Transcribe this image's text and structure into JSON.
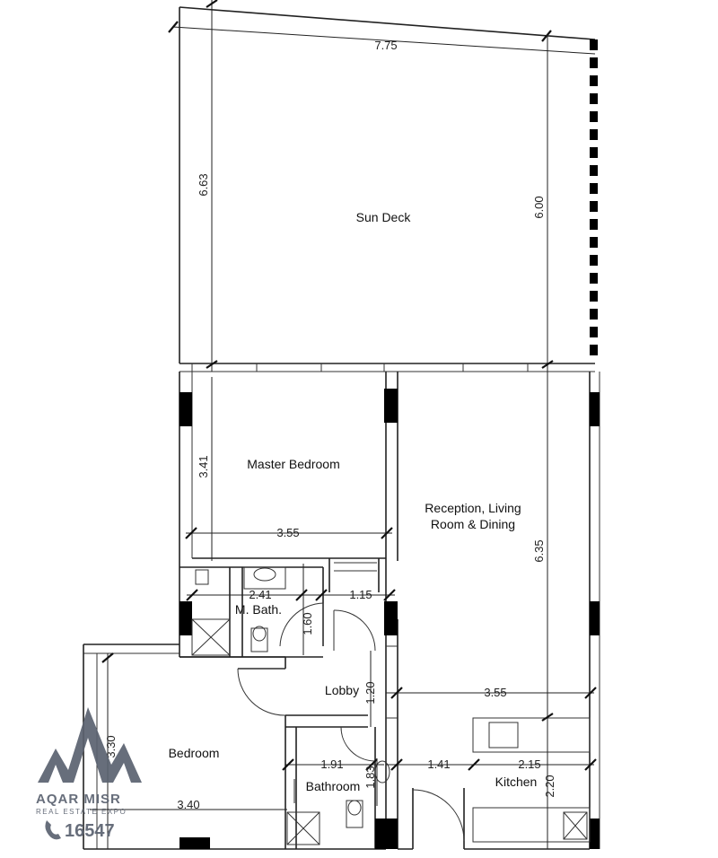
{
  "rooms": {
    "sun_deck": "Sun Deck",
    "master_bedroom": "Master Bedroom",
    "reception_line1": "Reception, Living",
    "reception_line2": "Room & Dining",
    "m_bath": "M. Bath.",
    "lobby": "Lobby",
    "bedroom": "Bedroom",
    "bathroom": "Bathroom",
    "kitchen": "Kitchen"
  },
  "dimensions": {
    "sun_deck_width": "7.75",
    "sun_deck_left": "6.63",
    "sun_deck_right": "6.00",
    "master_height": "3.41",
    "master_width": "3.55",
    "mbath_width": "2.41",
    "lobby_top": "1.15",
    "lobby_door": "1.60",
    "reception_height": "6.35",
    "reception_width": "3.55",
    "lobby_height": "1.20",
    "bedroom_height": "3.30",
    "bedroom_width": "3.40",
    "bathroom_width": "1.91",
    "bathroom_height": "1.83",
    "kitchen_left": "1.41",
    "kitchen_right": "2.15",
    "kitchen_height": "2.20"
  },
  "logo": {
    "name": "AQAR MISR",
    "tagline": "REAL ESTATE EXPO",
    "phone": "16547",
    "color": "#5b6270"
  }
}
